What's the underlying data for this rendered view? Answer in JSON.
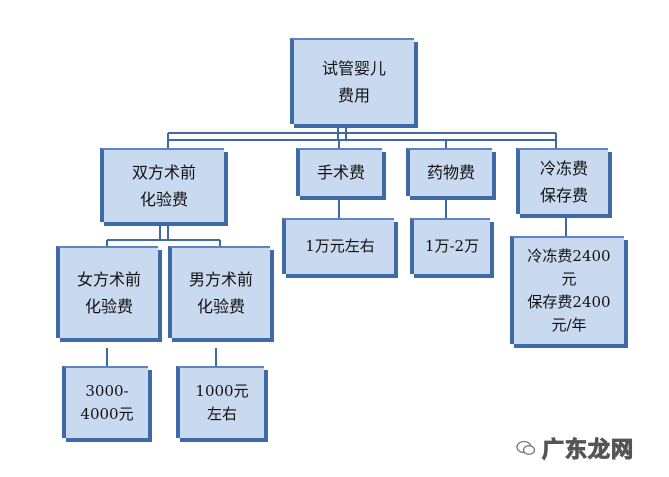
{
  "root": {
    "line1": "试管婴儿",
    "line2": "费用"
  },
  "categories": [
    {
      "line1": "双方术前",
      "line2": "化验费"
    },
    {
      "line1": "手术费"
    },
    {
      "line1": "药物费"
    },
    {
      "line1": "冷冻费",
      "line2": "保存费"
    }
  ],
  "subcategories": [
    {
      "line1": "女方术前",
      "line2": "化验费"
    },
    {
      "line1": "男方术前",
      "line2": "化验费"
    }
  ],
  "values": {
    "female_test": {
      "line1": "3000-",
      "line2": "4000元"
    },
    "male_test": {
      "line1": "1000元",
      "line2": "左右"
    },
    "surgery": "1万元左右",
    "medicine": "1万-2万",
    "freeze": {
      "line1": "冷冻费2400",
      "line2": "元",
      "line3": "保存费2400",
      "line4": "元/年"
    }
  },
  "watermark": {
    "text": "广东龙网"
  },
  "colors": {
    "box_fill": "#c9d9ef",
    "box_border": "#3f6aa8",
    "connector": "#3f6aa8"
  }
}
